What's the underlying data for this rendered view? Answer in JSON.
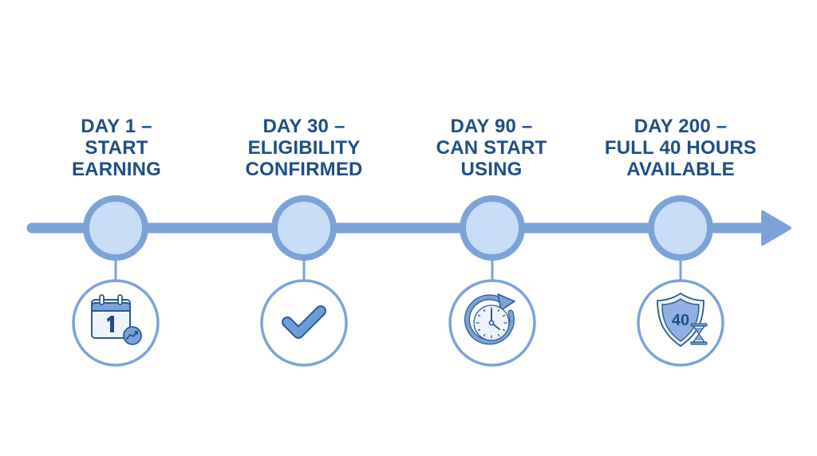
{
  "diagram": {
    "type": "horizontal-timeline",
    "colors": {
      "line": "#7ba3d8",
      "node_fill": "#c8ddf8",
      "node_ring": "#7ba3d8",
      "icon_ring": "#7ba3d8",
      "text": "#1f4e85",
      "icon_fill": "#6f9bd8",
      "icon_fill_light": "#e8f0fa",
      "icon_stroke": "#2a5a92",
      "background": "#ffffff"
    },
    "milestones": [
      {
        "day_label": "DAY 1 –",
        "line2": "START",
        "line3": "EARNING",
        "icon": "calendar-trend-icon",
        "icon_text": "1"
      },
      {
        "day_label": "DAY 30 –",
        "line2": "ELIGIBILITY",
        "line3": "CONFIRMED",
        "icon": "checkmark-icon"
      },
      {
        "day_label": "DAY 90 –",
        "line2": "CAN START",
        "line3": "USING",
        "icon": "clock-refresh-icon"
      },
      {
        "day_label": "DAY 200 –",
        "line2": "FULL 40 HOURS",
        "line3": "AVAILABLE",
        "icon": "shield-hourglass-icon",
        "icon_text": "40"
      }
    ]
  }
}
